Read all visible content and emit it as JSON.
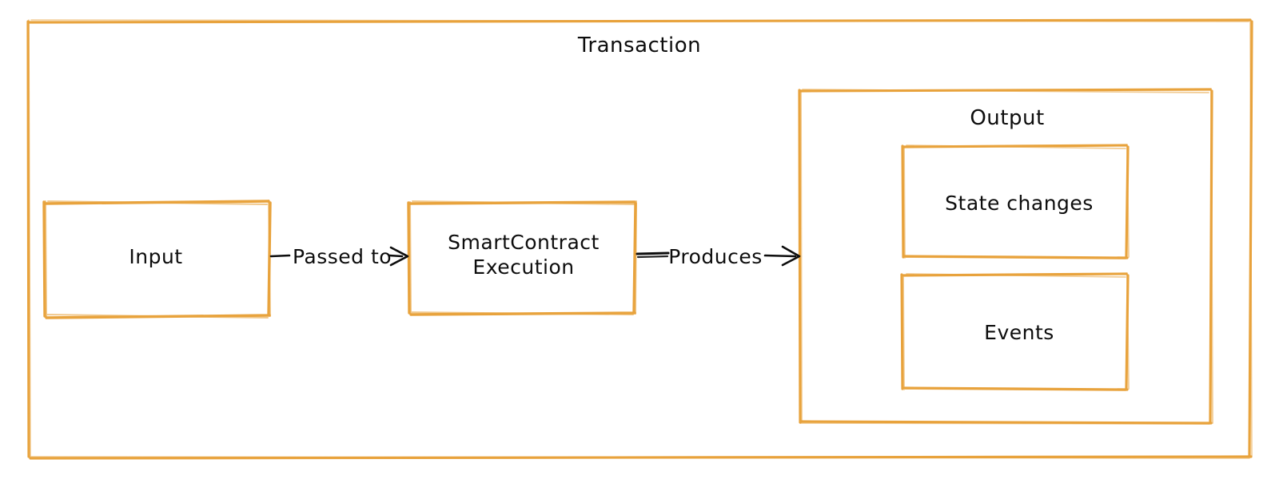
{
  "diagram": {
    "type": "flowchart",
    "style": "hand-drawn-sketch",
    "colors": {
      "shape_stroke": "#e8a33d",
      "edge_stroke": "#0d0d0d",
      "text": "#0d0d0d",
      "background": "#ffffff"
    },
    "outer_container": {
      "title": "Transaction"
    },
    "nodes": [
      {
        "id": "input",
        "label": "Input"
      },
      {
        "id": "contract",
        "label": "SmartContract\nExecution",
        "line1": "SmartContract",
        "line2": "Execution"
      },
      {
        "id": "output",
        "label": "Output"
      },
      {
        "id": "state_changes",
        "label": "State changes"
      },
      {
        "id": "events",
        "label": "Events"
      }
    ],
    "edges": [
      {
        "id": "edge-input-contract",
        "from": "input",
        "to": "contract",
        "label": "Passed to"
      },
      {
        "id": "edge-contract-output",
        "from": "contract",
        "to": "output",
        "label": "Produces"
      }
    ]
  }
}
